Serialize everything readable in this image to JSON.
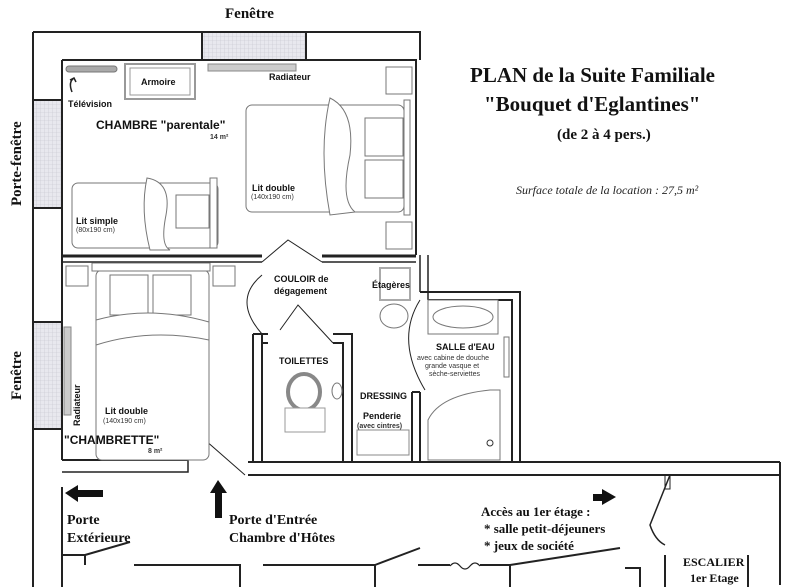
{
  "header": {
    "title_line1": "PLAN de la Suite Familiale",
    "title_line2": "\"Bouquet d'Eglantines\"",
    "capacity": "(de 2 à 4 pers.)",
    "surface": "Surface totale de la location : 27,5 m²"
  },
  "windows": {
    "top": "Fenêtre",
    "left_top": "Porte-fenêtre",
    "left_bottom": "Fenêtre"
  },
  "rooms": {
    "parentale": {
      "name": "CHAMBRE \"parentale\"",
      "area": "14 m²",
      "tv": "Télévision",
      "armoire": "Armoire",
      "radiator": "Radiateur",
      "bed_double": "Lit double",
      "bed_double_size": "(140x190 cm)",
      "bed_single": "Lit simple",
      "bed_single_size": "(80x190 cm)"
    },
    "chambrette": {
      "name": "\"CHAMBRETTE\"",
      "area": "8 m²",
      "radiator": "Radiateur",
      "bed_double": "Lit double",
      "bed_double_size": "(140x190 cm)"
    },
    "couloir": {
      "line1": "COULOIR de",
      "line2": "dégagement",
      "shelves": "Étagères"
    },
    "toilettes": {
      "name": "TOILETTES"
    },
    "dressing": {
      "name": "DRESSING",
      "penderie": "Penderie",
      "penderie_note": "(avec cintres)"
    },
    "salle_eau": {
      "name": "SALLE d'EAU",
      "line1": "avec cabine de douche",
      "line2": "grande vasque et",
      "line3": "sèche-serviettes"
    }
  },
  "hallway": {
    "exterior_door_line1": "Porte",
    "exterior_door_line2": "Extérieure",
    "entry_door_line1": "Porte d'Entrée",
    "entry_door_line2": "Chambre d'Hôtes",
    "access_title": "Accès au 1er étage :",
    "access_item1": "* salle petit-déjeuners",
    "access_item2": "* jeux de société",
    "stairs_line1": "ESCALIER",
    "stairs_line2": "1er Etage"
  }
}
